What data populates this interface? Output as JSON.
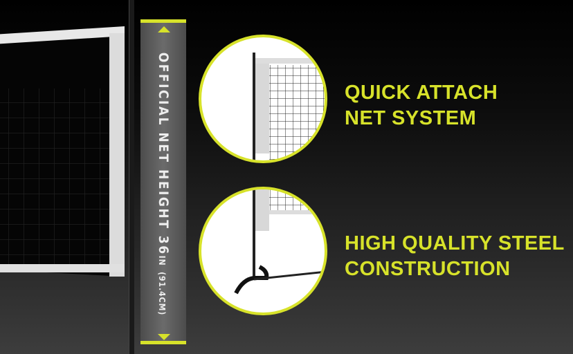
{
  "measurement": {
    "text": "OFFICIAL NET HEIGHT 36",
    "unit": "IN",
    "metric": "(91.4CM)"
  },
  "features": [
    {
      "line1": "QUICK ATTACH",
      "line2": "NET SYSTEM"
    },
    {
      "line1": "HIGH QUALITY STEEL",
      "line2": "CONSTRUCTION"
    }
  ],
  "colors": {
    "accent": "#d7e22a",
    "frame": "#e6e6e6"
  }
}
